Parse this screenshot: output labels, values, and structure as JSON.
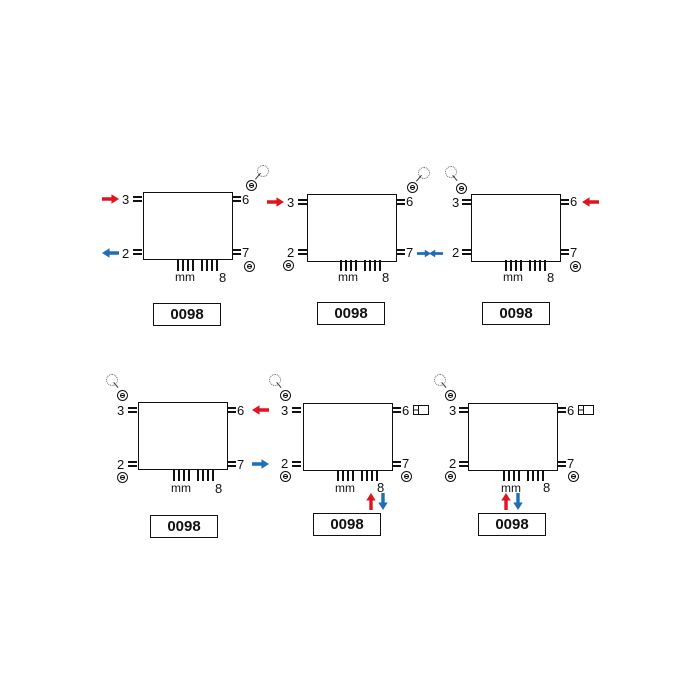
{
  "colors": {
    "input_arrow": "#e0141e",
    "output_arrow": "#1e6eb4",
    "line": "#111111"
  },
  "pin_labels": {
    "p3": "3",
    "p2": "2",
    "p6": "6",
    "p7": "7",
    "p8": "8",
    "mm": "mm"
  },
  "diagrams": [
    {
      "id": 1,
      "label": "0098",
      "arrows": [
        {
          "pin": "3",
          "dir": "in",
          "color": "red"
        },
        {
          "pin": "2",
          "dir": "out",
          "color": "blue"
        }
      ],
      "grounded": [
        "6-cap",
        "7"
      ],
      "terminated": []
    },
    {
      "id": 2,
      "label": "0098",
      "arrows": [
        {
          "pin": "3",
          "dir": "in",
          "color": "red"
        },
        {
          "pin": "7",
          "dir": "bidirectional",
          "color": "blue"
        }
      ],
      "grounded": [
        "2",
        "6-cap"
      ],
      "terminated": []
    },
    {
      "id": 3,
      "label": "0098",
      "arrows": [
        {
          "pin": "6",
          "dir": "in",
          "color": "red"
        },
        {
          "pin": "2",
          "dir": "bidirectional",
          "color": "blue"
        }
      ],
      "grounded": [
        "3-cap",
        "7"
      ],
      "terminated": []
    },
    {
      "id": 4,
      "label": "0098",
      "arrows": [
        {
          "pin": "6",
          "dir": "in",
          "color": "red"
        },
        {
          "pin": "7",
          "dir": "out",
          "color": "blue"
        }
      ],
      "grounded": [
        "3-cap",
        "2"
      ],
      "terminated": []
    },
    {
      "id": 5,
      "label": "0098",
      "arrows": [
        {
          "pin": "8",
          "dir": "up",
          "color": "red"
        },
        {
          "pin": "8",
          "dir": "down",
          "color": "blue"
        }
      ],
      "grounded": [
        "3-cap",
        "2",
        "7"
      ],
      "terminated": [
        "6"
      ]
    },
    {
      "id": 6,
      "label": "0098",
      "arrows": [
        {
          "pin": "mm",
          "dir": "up",
          "color": "red"
        },
        {
          "pin": "mm",
          "dir": "down",
          "color": "blue"
        }
      ],
      "grounded": [
        "3-cap",
        "2",
        "7"
      ],
      "terminated": [
        "6"
      ]
    }
  ]
}
